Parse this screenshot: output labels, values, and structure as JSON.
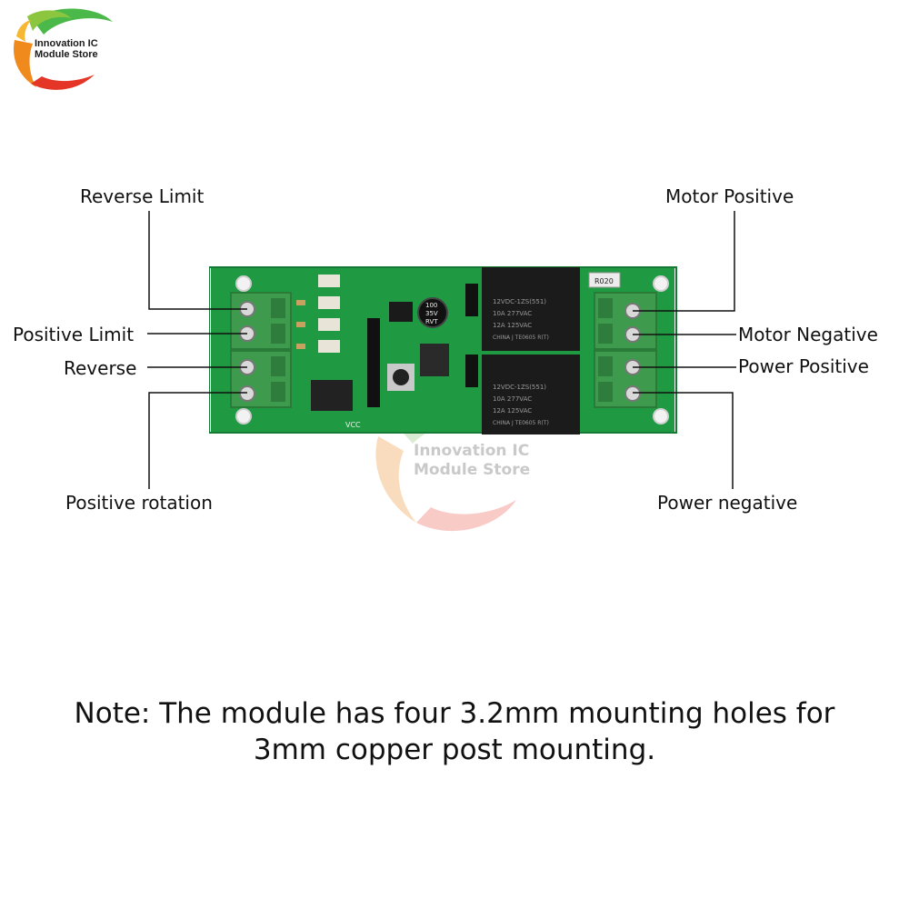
{
  "logo": {
    "line1": "Innovation IC",
    "line2": "Module Store"
  },
  "watermark": {
    "line1": "Innovation IC",
    "line2": "Module Store"
  },
  "labels": {
    "reverse_limit": "Reverse Limit",
    "positive_limit": "Positive Limit",
    "reverse": "Reverse",
    "positive_rotation": "Positive rotation",
    "motor_positive": "Motor Positive",
    "motor_negative": "Motor Negative",
    "power_positive": "Power Positive",
    "power_negative": "Power negative"
  },
  "board": {
    "relay_text": [
      "12VDC-1ZS(551)",
      "10A 277VAC",
      "12A 125VAC",
      "CHINA  J   TE0605 R(T)"
    ],
    "capacitor_text": [
      "100",
      "35V",
      "RVT"
    ],
    "resistor_text": "R020",
    "vcc_text": "VCC"
  },
  "note": {
    "line1": "Note: The module has four 3.2mm mounting holes for",
    "line2": "3mm copper post mounting."
  },
  "colors": {
    "pcb": "#1f9a43",
    "terminal": "#3e9a4d",
    "relay": "#1b1b1b",
    "logo_green": "#4bb84a",
    "logo_orange": "#f08a1c",
    "logo_red": "#e53526"
  }
}
